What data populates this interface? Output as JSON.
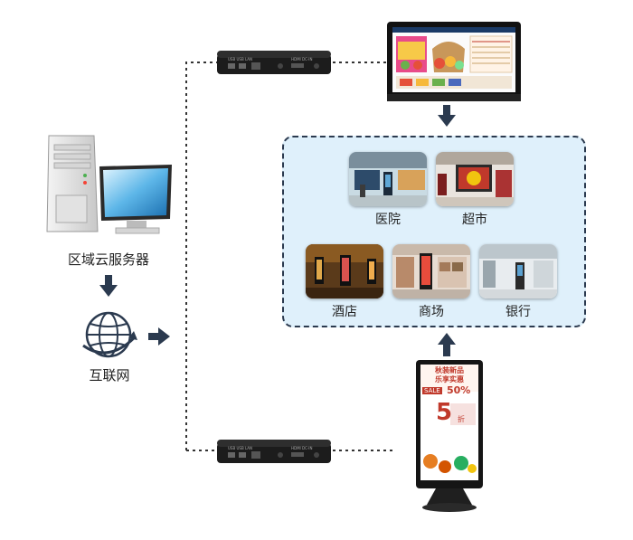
{
  "left_panel": {
    "server_label": "区域云服务器",
    "internet_label": "互联网"
  },
  "venues_panel": {
    "items": [
      {
        "label": "医院"
      },
      {
        "label": "超市"
      },
      {
        "label": "酒店"
      },
      {
        "label": "商场"
      },
      {
        "label": "银行"
      }
    ]
  },
  "devices": {
    "box_port_labels": [
      "USB",
      "USB",
      "LAN",
      "",
      "HDMI",
      "DC-IN"
    ],
    "kiosk_ad": {
      "line1": "秋装新品",
      "line2": "乐享实惠",
      "sale": "SALE",
      "discount": "50%",
      "big_number": "5",
      "small_text": "折"
    }
  },
  "colors": {
    "arrow": "#2b3a4f",
    "connector": "#333333",
    "panel_bg": "#dff0fb",
    "panel_border": "#2b3a4f"
  }
}
